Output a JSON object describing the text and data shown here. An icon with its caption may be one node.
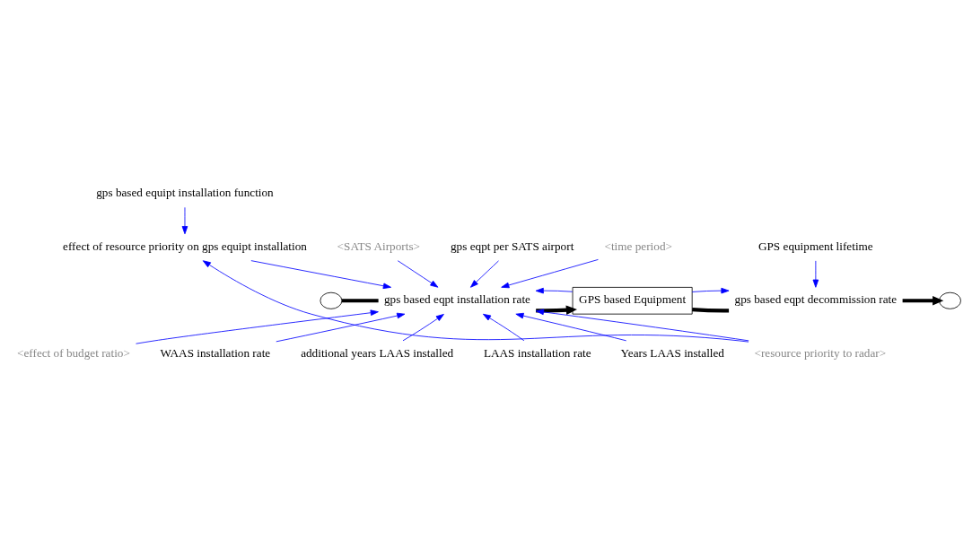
{
  "diagram": {
    "nodes": [
      {
        "text": [
          "gps based equipt installation function"
        ]
      },
      {
        "text": [
          "<SATS Airports>"
        ]
      },
      {
        "text": [
          "gps eqpt per SATS airport"
        ]
      },
      {
        "text": [
          "effect of resource priority on gps equipt installation"
        ]
      },
      {
        "text": [
          "<time period>"
        ]
      },
      {
        "text": [
          "GPS equipment lifetime"
        ]
      },
      {
        "text": [],
        "shape": "cloud"
      },
      {
        "text": [
          "gps based eqpt installation rate"
        ]
      },
      {
        "text": [
          "GPS based Equipment"
        ]
      },
      {
        "text": [
          "gps based eqpt decommission rate"
        ]
      },
      {
        "text": [],
        "shape": "cloud"
      },
      {
        "text": [
          "<effect of budget ratio>"
        ]
      },
      {
        "text": [
          "WAAS installation rate"
        ]
      },
      {
        "text": [
          "additional years LAAS installed"
        ]
      },
      {
        "text": [
          "LAAS installation rate"
        ]
      },
      {
        "text": [
          "Years LAAS installed"
        ]
      },
      {
        "text": [
          "<resource priority to radar>"
        ]
      }
    ],
    "edges": [
      {
        "from": 0,
        "to": 3,
        "arrow": "to"
      },
      {
        "from": 3,
        "to": 7,
        "arrow": "to"
      },
      {
        "from": 1,
        "to": 7,
        "arrow": "to"
      },
      {
        "from": 2,
        "to": 7,
        "arrow": "to"
      },
      {
        "from": 4,
        "to": 7,
        "arrow": "to"
      },
      {
        "from": 6,
        "to": 7,
        "arrow": "none",
        "style": "thick",
        "color": "#000000"
      },
      {
        "from": 7,
        "to": 8,
        "arrow": "to",
        "style": "thick",
        "color": "#000000"
      },
      {
        "from": 8,
        "to": 9,
        "arrow": "none",
        "style": "thick",
        "color": "#000000"
      },
      {
        "from": 9,
        "to": 10,
        "arrow": "to",
        "style": "thick",
        "color": "#000000"
      },
      {
        "from": 5,
        "to": 9,
        "arrow": "to"
      },
      {
        "from": 11,
        "to": 7,
        "arrow": "to"
      },
      {
        "from": 8,
        "to": 7,
        "arrow": "to"
      },
      {
        "from": 8,
        "to": 9,
        "arrow": "to"
      },
      {
        "from": 12,
        "to": 7,
        "arrow": "to"
      },
      {
        "from": 13,
        "to": 7,
        "arrow": "to"
      },
      {
        "from": 14,
        "to": 7,
        "arrow": "to"
      },
      {
        "from": 15,
        "to": 7,
        "arrow": "to"
      },
      {
        "from": 16,
        "to": 7,
        "arrow": "to"
      },
      {
        "from": 16,
        "to": 3,
        "arrow": "to"
      }
    ]
  }
}
